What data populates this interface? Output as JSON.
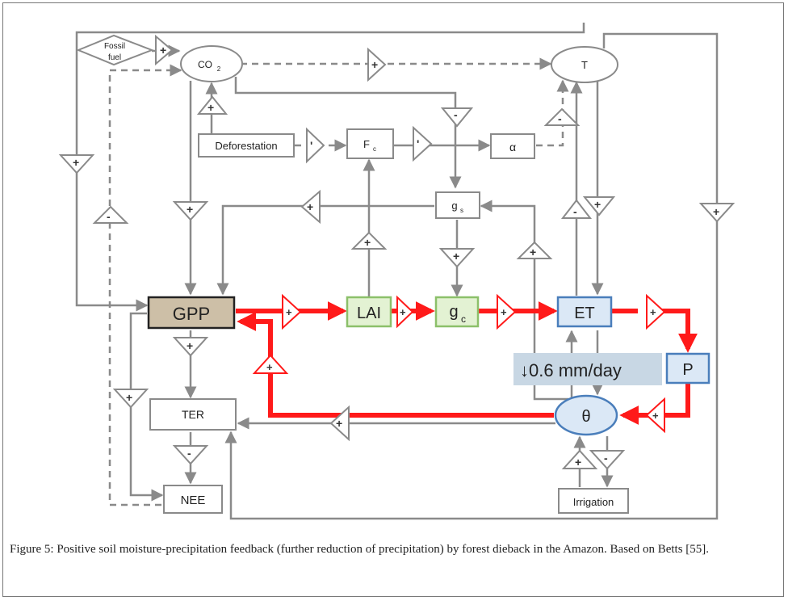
{
  "nodes": {
    "fossil_fuel": [
      "Fossil",
      "fuel"
    ],
    "co2": "CO",
    "co2_sub": "2",
    "t": "T",
    "deforestation": "Deforestation",
    "fc": "F",
    "fc_sub": "c",
    "alpha": "α",
    "gs": "g",
    "gs_sub": "s",
    "gpp": "GPP",
    "lai": "LAI",
    "gc": "g",
    "gc_sub": "c",
    "et": "ET",
    "p": "P",
    "theta": "θ",
    "ter": "TER",
    "nee": "NEE",
    "irrigation": "Irrigation"
  },
  "annotation": "↓0.6 mm/day",
  "signs": {
    "plus": "+",
    "minus": "-",
    "prime": "'"
  },
  "caption": "Figure 5: Positive soil moisture-precipitation feedback (further reduction of precipitation) by forest dieback in the Amazon. Based on Betts [55].",
  "colors": {
    "grey_line": "#8a8a8a",
    "red_line": "#ff1a1a",
    "gpp_fill": "#cdbfa7",
    "green_fill": "#e3f2d3",
    "green_border": "#8cc06a",
    "blue_fill": "#dbe8f6",
    "blue_border": "#4a7ebb",
    "annotation_bg": "#c8d7e4"
  }
}
